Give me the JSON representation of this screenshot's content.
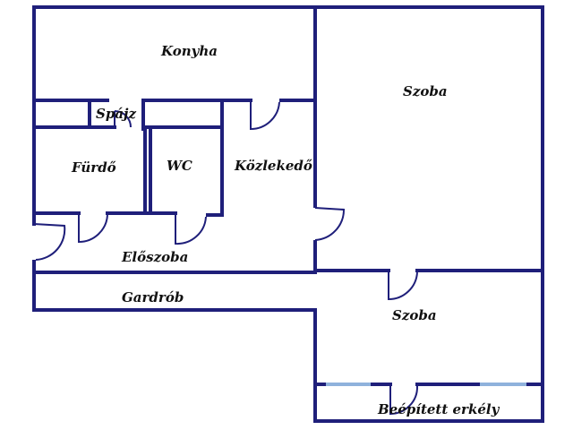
{
  "plan": {
    "wall_color": "#1f1f7a",
    "window_color": "#8fb2dc",
    "background": "#ffffff",
    "rooms": [
      {
        "key": "konyha",
        "label": "Konyha"
      },
      {
        "key": "spajz",
        "label": "Spájz"
      },
      {
        "key": "furdo",
        "label": "Fürdő"
      },
      {
        "key": "wc",
        "label": "WC"
      },
      {
        "key": "kozlekedo",
        "label": "Közlekedő"
      },
      {
        "key": "eloszoba",
        "label": "Előszoba"
      },
      {
        "key": "gardrob",
        "label": "Gardrób"
      },
      {
        "key": "szoba1",
        "label": "Szoba"
      },
      {
        "key": "szoba2",
        "label": "Szoba"
      },
      {
        "key": "erkely",
        "label": "Beépített erkély"
      }
    ]
  }
}
